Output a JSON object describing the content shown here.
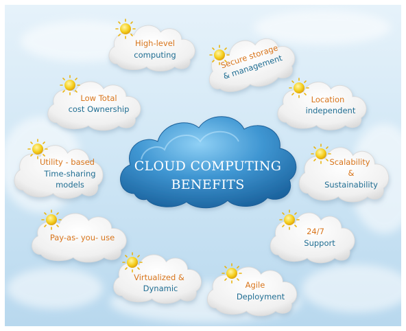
{
  "center": {
    "line1": "CLOUD COMPUTING",
    "line2": "BENEFITS"
  },
  "benefits": [
    {
      "line1": "High-level",
      "line2": "computing",
      "line3": ""
    },
    {
      "line1": "Secure storage",
      "line2": "& management",
      "line3": ""
    },
    {
      "line1": "Location",
      "line2": "independent",
      "line3": ""
    },
    {
      "line1": "Scalability",
      "line2": "&",
      "line3": "Sustainability"
    },
    {
      "line1": "24/7",
      "line2": "Support",
      "line3": ""
    },
    {
      "line1": "Agile",
      "line2": "Deployment",
      "line3": ""
    },
    {
      "line1": "Virtualized &",
      "line2": "Dynamic",
      "line3": ""
    },
    {
      "line1": "Pay-as- you- use",
      "line2": "",
      "line3": ""
    },
    {
      "line1": "Utility - based",
      "line2": "Time-sharing",
      "line3": "models"
    },
    {
      "line1": "Low Total",
      "line2": "cost Ownership",
      "line3": ""
    }
  ],
  "colors": {
    "sky_top": "#dfeef8",
    "sky_bottom": "#b9d9ef",
    "center_cloud_light": "#7cc3ef",
    "center_cloud_dark": "#1f6fae",
    "small_cloud": "#f4f4f4",
    "accent_orange": "#d8741a",
    "text_blue": "#1f6d92",
    "sun": "#f2c81c"
  },
  "icons": {
    "benefit_marker": "sun-icon"
  }
}
